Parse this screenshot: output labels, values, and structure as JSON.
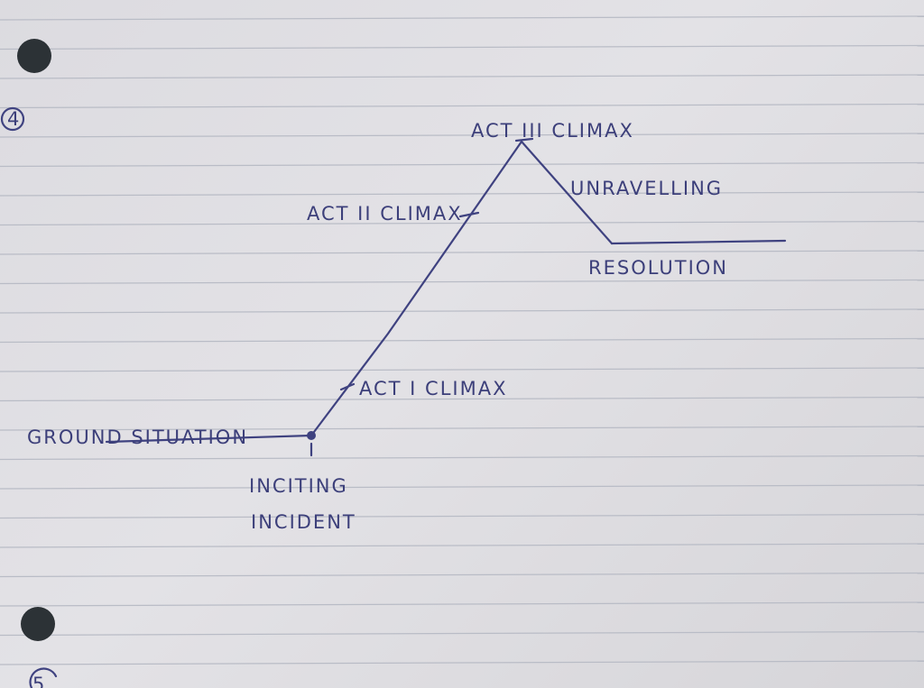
{
  "page_numbers": {
    "top": "4",
    "bottom": "5"
  },
  "diagram": {
    "nodes": [
      {
        "id": "ground",
        "label": "GROUND SITUATION"
      },
      {
        "id": "inciting",
        "label_line1": "INCITING",
        "label_line2": "INCIDENT"
      },
      {
        "id": "act1",
        "label": "ACT I CLIMAX"
      },
      {
        "id": "act2",
        "label": "ACT II CLIMAX"
      },
      {
        "id": "act3",
        "label": "ACT III CLIMAX"
      },
      {
        "id": "unravelling",
        "label": "UNRAVELLING"
      },
      {
        "id": "resolution",
        "label": "RESOLUTION"
      }
    ],
    "ink_color": "#3f4280"
  }
}
